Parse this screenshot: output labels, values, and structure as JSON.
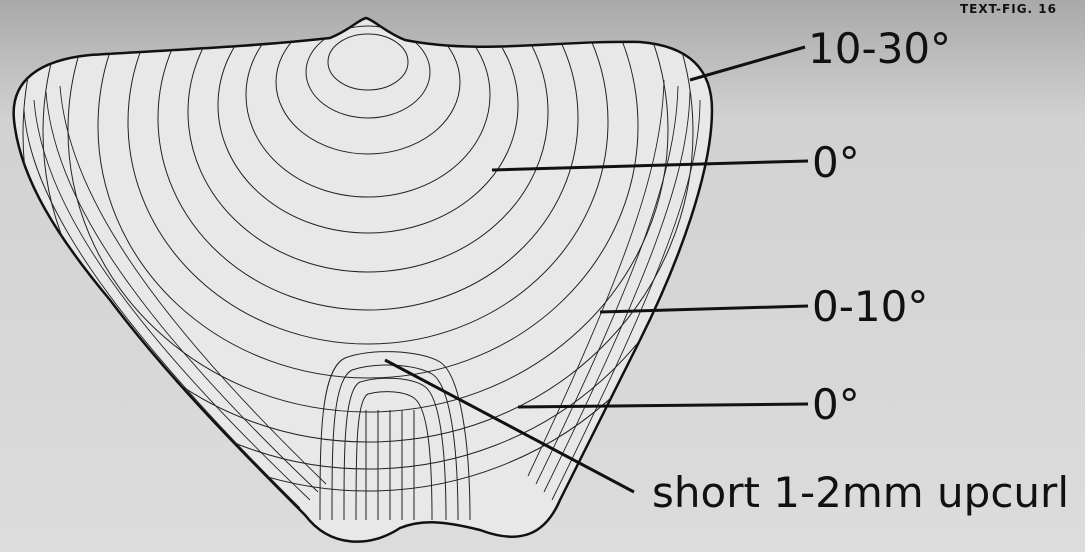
{
  "figure": {
    "tag": "TEXT-FIG. 16",
    "labels": {
      "upper_margin": "10-30°",
      "umbonal_area": "0°",
      "flank": "0-10°",
      "sulcus_floor": "0°",
      "sulcus_margin": "short 1-2mm upcurl"
    }
  },
  "colors": {
    "background": "#d8d8d8",
    "ink": "#111111"
  }
}
